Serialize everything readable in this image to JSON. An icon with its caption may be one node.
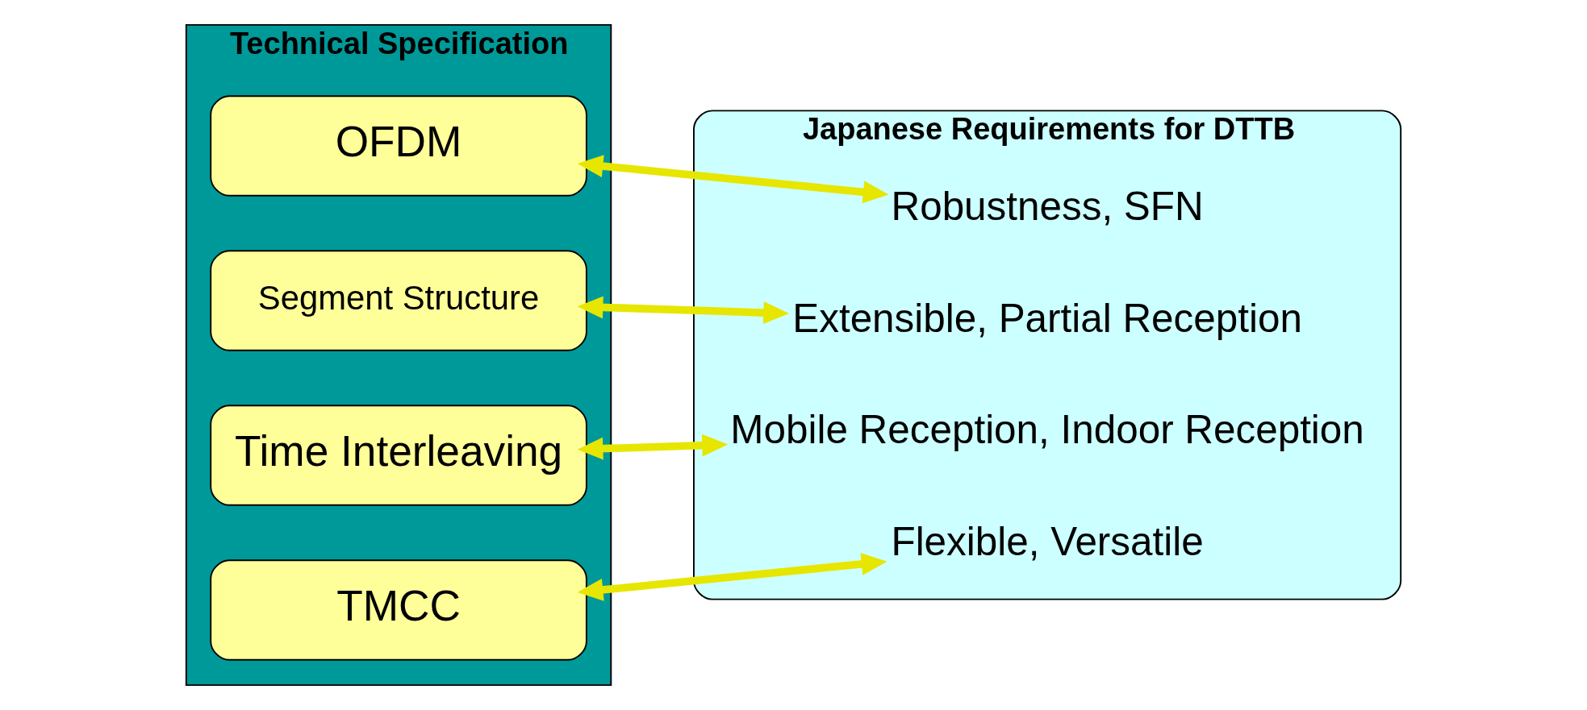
{
  "diagram": {
    "nodes": [
      {
        "text": [
          "Technical Specification"
        ]
      },
      {
        "text": [
          "OFDM"
        ],
        "in": 0
      },
      {
        "text": [
          "Segment Structure"
        ],
        "in": 0
      },
      {
        "text": [
          "Time Interleaving"
        ],
        "in": 0
      },
      {
        "text": [
          "TMCC"
        ],
        "in": 0
      },
      {
        "text": [
          "Japanese Requirements for DTTB"
        ]
      },
      {
        "text": [
          "Robustness, SFN"
        ],
        "in": 5
      },
      {
        "text": [
          "Extensible, Partial Reception"
        ],
        "in": 5
      },
      {
        "text": [
          "Mobile Reception, Indoor Reception"
        ],
        "in": 5
      },
      {
        "text": [
          "Flexible, Versatile"
        ],
        "in": 5
      }
    ],
    "edges": [
      {
        "from": 1,
        "to": 6,
        "arrow": "both"
      },
      {
        "from": 2,
        "to": 7,
        "arrow": "both"
      },
      {
        "from": 3,
        "to": 8,
        "arrow": "both"
      },
      {
        "from": 4,
        "to": 9,
        "arrow": "both"
      }
    ]
  }
}
